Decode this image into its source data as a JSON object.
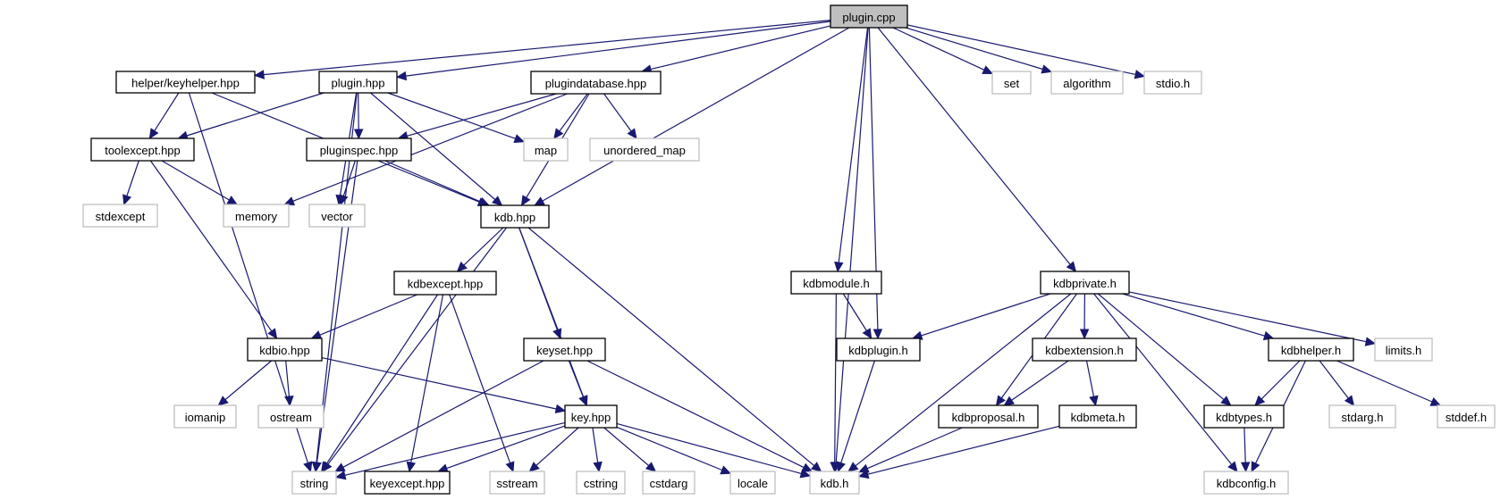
{
  "title": "plugin.cpp include dependency graph",
  "colors": {
    "edge": "#191970",
    "root_fill": "#bfbfbf",
    "documented_border": "#000000",
    "external_border": "#bfbfbf"
  },
  "nodes": [
    {
      "id": "plugin_cpp",
      "label": "plugin.cpp",
      "kind": "root"
    },
    {
      "id": "keyhelper_hpp",
      "label": "helper/keyhelper.hpp",
      "kind": "doc"
    },
    {
      "id": "plugin_hpp",
      "label": "plugin.hpp",
      "kind": "doc"
    },
    {
      "id": "plugindatabase_hpp",
      "label": "plugindatabase.hpp",
      "kind": "doc"
    },
    {
      "id": "set",
      "label": "set",
      "kind": "ext"
    },
    {
      "id": "algorithm",
      "label": "algorithm",
      "kind": "ext"
    },
    {
      "id": "stdio_h",
      "label": "stdio.h",
      "kind": "ext"
    },
    {
      "id": "toolexcept_hpp",
      "label": "toolexcept.hpp",
      "kind": "doc"
    },
    {
      "id": "pluginspec_hpp",
      "label": "pluginspec.hpp",
      "kind": "doc"
    },
    {
      "id": "map",
      "label": "map",
      "kind": "ext"
    },
    {
      "id": "unordered_map",
      "label": "unordered_map",
      "kind": "ext"
    },
    {
      "id": "stdexcept",
      "label": "stdexcept",
      "kind": "ext"
    },
    {
      "id": "memory",
      "label": "memory",
      "kind": "ext"
    },
    {
      "id": "vector",
      "label": "vector",
      "kind": "ext"
    },
    {
      "id": "kdb_hpp",
      "label": "kdb.hpp",
      "kind": "doc"
    },
    {
      "id": "kdbexcept_hpp",
      "label": "kdbexcept.hpp",
      "kind": "doc"
    },
    {
      "id": "kdbmodule_h",
      "label": "kdbmodule.h",
      "kind": "doc"
    },
    {
      "id": "kdbprivate_h",
      "label": "kdbprivate.h",
      "kind": "doc"
    },
    {
      "id": "kdbio_hpp",
      "label": "kdbio.hpp",
      "kind": "doc"
    },
    {
      "id": "keyset_hpp",
      "label": "keyset.hpp",
      "kind": "doc"
    },
    {
      "id": "kdbplugin_h",
      "label": "kdbplugin.h",
      "kind": "doc"
    },
    {
      "id": "kdbextension_h",
      "label": "kdbextension.h",
      "kind": "doc"
    },
    {
      "id": "kdbhelper_h",
      "label": "kdbhelper.h",
      "kind": "doc"
    },
    {
      "id": "limits_h",
      "label": "limits.h",
      "kind": "ext"
    },
    {
      "id": "iomanip",
      "label": "iomanip",
      "kind": "ext"
    },
    {
      "id": "ostream",
      "label": "ostream",
      "kind": "ext"
    },
    {
      "id": "key_hpp",
      "label": "key.hpp",
      "kind": "doc"
    },
    {
      "id": "kdbproposal_h",
      "label": "kdbproposal.h",
      "kind": "doc"
    },
    {
      "id": "kdbmeta_h",
      "label": "kdbmeta.h",
      "kind": "doc"
    },
    {
      "id": "kdbtypes_h",
      "label": "kdbtypes.h",
      "kind": "doc"
    },
    {
      "id": "stdarg_h",
      "label": "stdarg.h",
      "kind": "ext"
    },
    {
      "id": "stddef_h",
      "label": "stddef.h",
      "kind": "ext"
    },
    {
      "id": "string",
      "label": "string",
      "kind": "ext"
    },
    {
      "id": "keyexcept_hpp",
      "label": "keyexcept.hpp",
      "kind": "doc"
    },
    {
      "id": "sstream",
      "label": "sstream",
      "kind": "ext"
    },
    {
      "id": "cstring",
      "label": "cstring",
      "kind": "ext"
    },
    {
      "id": "cstdarg",
      "label": "cstdarg",
      "kind": "ext"
    },
    {
      "id": "locale",
      "label": "locale",
      "kind": "ext"
    },
    {
      "id": "kdb_h",
      "label": "kdb.h",
      "kind": "ext"
    },
    {
      "id": "kdbconfig_h",
      "label": "kdbconfig.h",
      "kind": "ext"
    }
  ],
  "edges": [
    [
      "plugin_cpp",
      "keyhelper_hpp"
    ],
    [
      "plugin_cpp",
      "plugin_hpp"
    ],
    [
      "plugin_cpp",
      "plugindatabase_hpp"
    ],
    [
      "plugin_cpp",
      "set"
    ],
    [
      "plugin_cpp",
      "algorithm"
    ],
    [
      "plugin_cpp",
      "stdio_h"
    ],
    [
      "plugin_cpp",
      "kdb_hpp"
    ],
    [
      "plugin_cpp",
      "kdb_h"
    ],
    [
      "plugin_cpp",
      "kdbmodule_h"
    ],
    [
      "plugin_cpp",
      "kdbplugin_h"
    ],
    [
      "plugin_cpp",
      "kdbprivate_h"
    ],
    [
      "keyhelper_hpp",
      "toolexcept_hpp"
    ],
    [
      "keyhelper_hpp",
      "kdb_hpp"
    ],
    [
      "keyhelper_hpp",
      "string"
    ],
    [
      "plugin_hpp",
      "toolexcept_hpp"
    ],
    [
      "plugin_hpp",
      "pluginspec_hpp"
    ],
    [
      "plugin_hpp",
      "map"
    ],
    [
      "plugin_hpp",
      "vector"
    ],
    [
      "plugin_hpp",
      "kdb_hpp"
    ],
    [
      "plugin_hpp",
      "string"
    ],
    [
      "plugindatabase_hpp",
      "pluginspec_hpp"
    ],
    [
      "plugindatabase_hpp",
      "map"
    ],
    [
      "plugindatabase_hpp",
      "unordered_map"
    ],
    [
      "plugindatabase_hpp",
      "memory"
    ],
    [
      "plugindatabase_hpp",
      "kdb_hpp"
    ],
    [
      "toolexcept_hpp",
      "stdexcept"
    ],
    [
      "toolexcept_hpp",
      "memory"
    ],
    [
      "toolexcept_hpp",
      "kdbio_hpp"
    ],
    [
      "pluginspec_hpp",
      "vector"
    ],
    [
      "pluginspec_hpp",
      "kdb_hpp"
    ],
    [
      "pluginspec_hpp",
      "string"
    ],
    [
      "kdb_hpp",
      "kdbexcept_hpp"
    ],
    [
      "kdb_hpp",
      "keyset_hpp"
    ],
    [
      "kdb_hpp",
      "key_hpp"
    ],
    [
      "kdb_hpp",
      "string"
    ],
    [
      "kdb_hpp",
      "kdb_h"
    ],
    [
      "kdbexcept_hpp",
      "kdbio_hpp"
    ],
    [
      "kdbexcept_hpp",
      "string"
    ],
    [
      "kdbexcept_hpp",
      "keyexcept_hpp"
    ],
    [
      "kdbexcept_hpp",
      "sstream"
    ],
    [
      "kdbio_hpp",
      "iomanip"
    ],
    [
      "kdbio_hpp",
      "ostream"
    ],
    [
      "kdbio_hpp",
      "key_hpp"
    ],
    [
      "keyset_hpp",
      "key_hpp"
    ],
    [
      "keyset_hpp",
      "string"
    ],
    [
      "keyset_hpp",
      "kdb_h"
    ],
    [
      "key_hpp",
      "string"
    ],
    [
      "key_hpp",
      "keyexcept_hpp"
    ],
    [
      "key_hpp",
      "sstream"
    ],
    [
      "key_hpp",
      "cstring"
    ],
    [
      "key_hpp",
      "cstdarg"
    ],
    [
      "key_hpp",
      "locale"
    ],
    [
      "key_hpp",
      "kdb_h"
    ],
    [
      "kdbmodule_h",
      "kdbplugin_h"
    ],
    [
      "kdbmodule_h",
      "kdb_h"
    ],
    [
      "kdbplugin_h",
      "kdb_h"
    ],
    [
      "kdbprivate_h",
      "kdbplugin_h"
    ],
    [
      "kdbprivate_h",
      "kdb_h"
    ],
    [
      "kdbprivate_h",
      "kdbextension_h"
    ],
    [
      "kdbprivate_h",
      "kdbproposal_h"
    ],
    [
      "kdbprivate_h",
      "kdbhelper_h"
    ],
    [
      "kdbprivate_h",
      "limits_h"
    ],
    [
      "kdbprivate_h",
      "kdbtypes_h"
    ],
    [
      "kdbprivate_h",
      "kdbconfig_h"
    ],
    [
      "kdbextension_h",
      "kdbproposal_h"
    ],
    [
      "kdbextension_h",
      "kdbmeta_h"
    ],
    [
      "kdbproposal_h",
      "kdb_h"
    ],
    [
      "kdbmeta_h",
      "kdb_h"
    ],
    [
      "kdbhelper_h",
      "kdbtypes_h"
    ],
    [
      "kdbhelper_h",
      "kdbconfig_h"
    ],
    [
      "kdbhelper_h",
      "stdarg_h"
    ],
    [
      "kdbhelper_h",
      "stddef_h"
    ],
    [
      "kdbtypes_h",
      "kdbconfig_h"
    ]
  ]
}
